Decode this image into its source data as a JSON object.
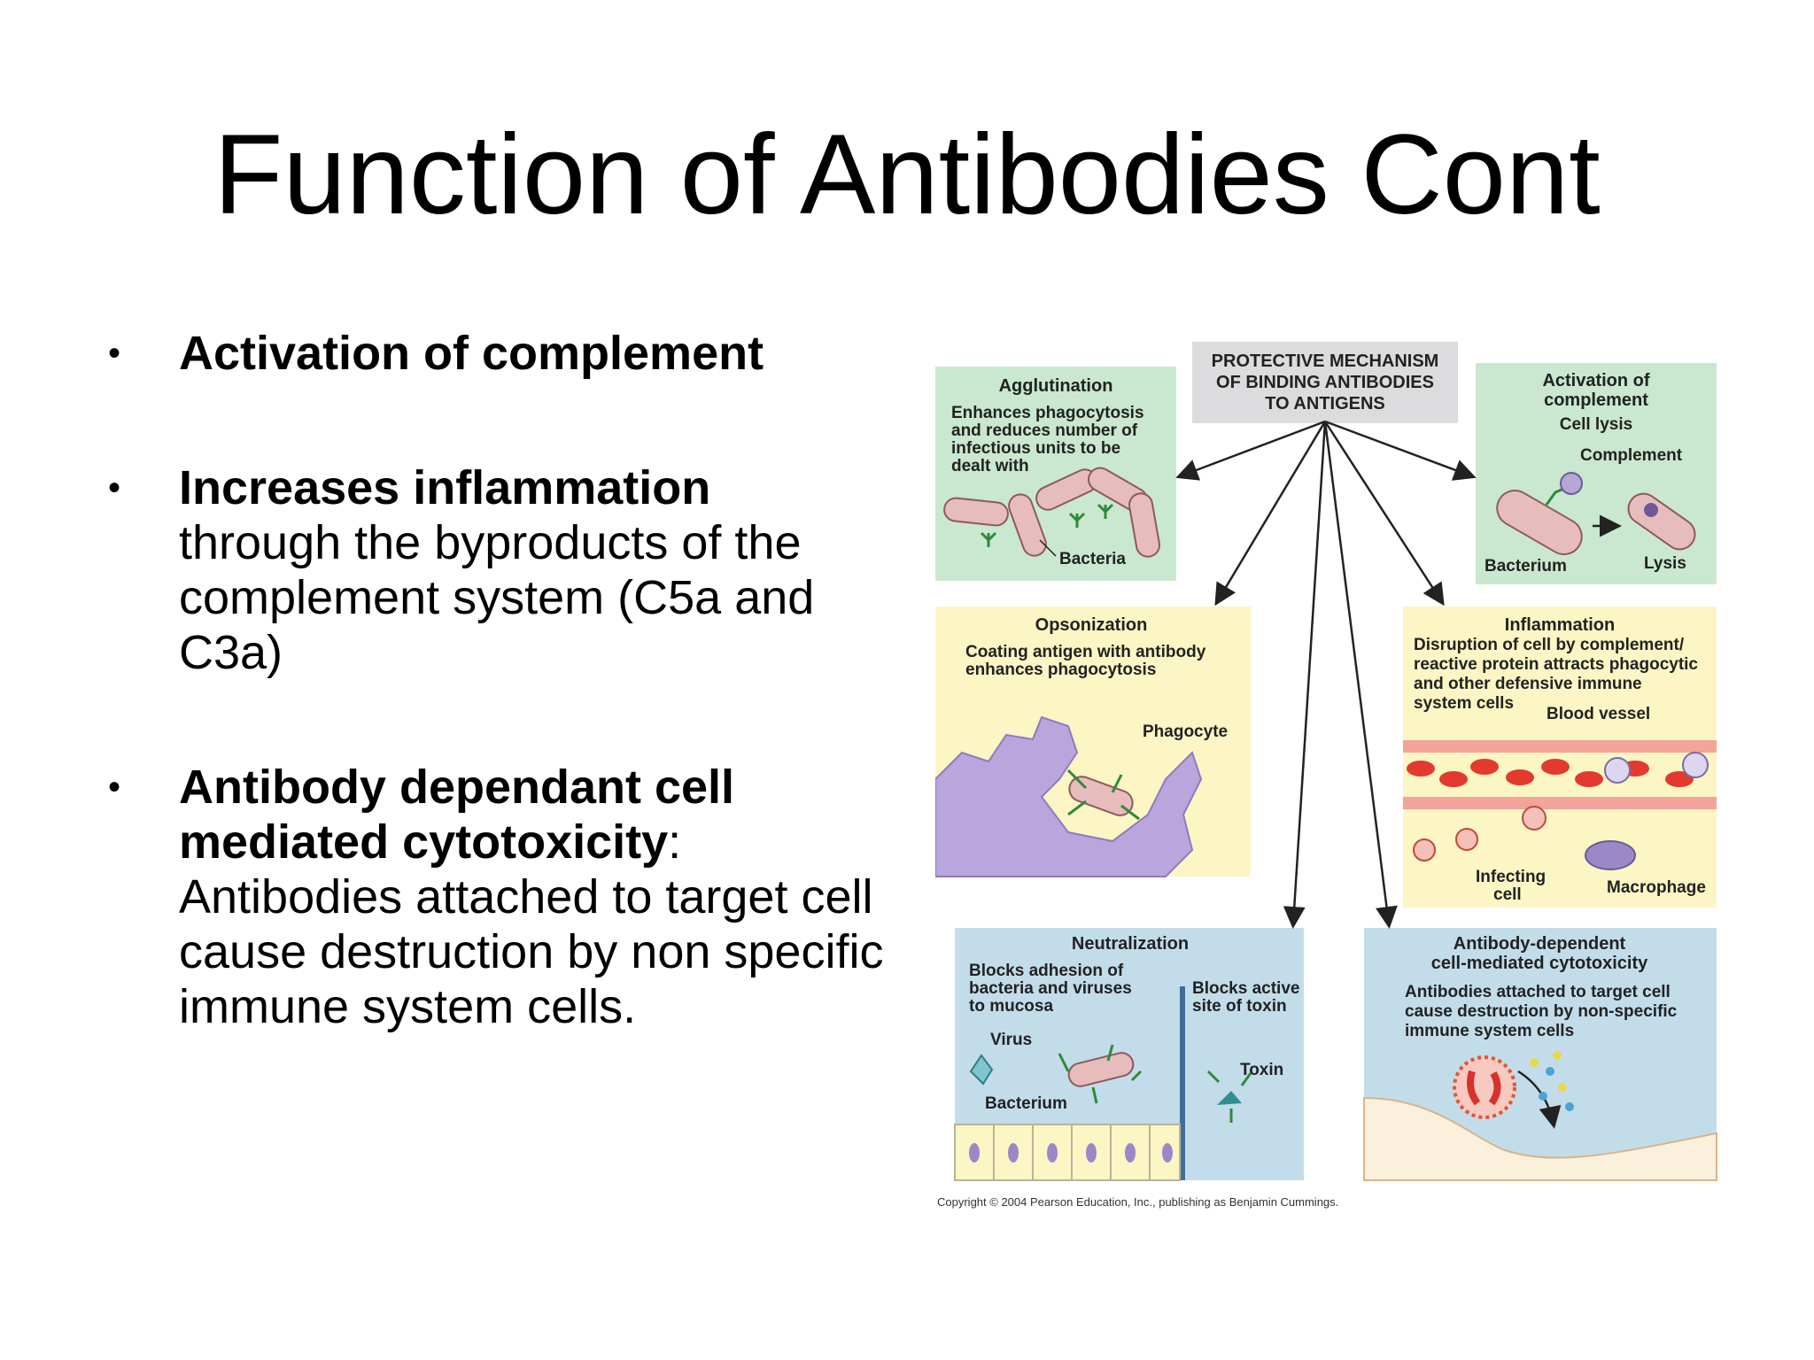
{
  "slide": {
    "title": "Function of Antibodies Cont",
    "bullets": [
      {
        "bold": "Activation of complement",
        "rest": ""
      },
      {
        "bold": "Increases inflammation",
        "rest": " through the byproducts of the complement system (C5a and C3a)"
      },
      {
        "bold": "Antibody dependant cell mediated cytotoxicity",
        "rest": ": Antibodies attached to target cell cause destruction by non specific immune system cells."
      }
    ],
    "bullet_glyph": "•"
  },
  "figure": {
    "center": [
      "PROTECTIVE MECHANISM",
      "OF BINDING ANTIBODIES",
      "TO ANTIGENS"
    ],
    "agglutination": {
      "title": "Agglutination",
      "desc": [
        "Enhances phagocytosis",
        "and reduces number of",
        "infectious units to be",
        "dealt with"
      ],
      "label_bacteria": "Bacteria"
    },
    "complement": {
      "title": [
        "Activation of",
        "complement"
      ],
      "sub": "Cell lysis",
      "label_complement": "Complement",
      "label_bacterium": "Bacterium",
      "label_lysis": "Lysis"
    },
    "opsonization": {
      "title": "Opsonization",
      "desc": [
        "Coating antigen with antibody",
        "enhances phagocytosis"
      ],
      "label_phagocyte": "Phagocyte"
    },
    "inflammation": {
      "title": "Inflammation",
      "desc": [
        "Disruption of cell by complement/",
        "reactive protein attracts phagocytic",
        "and other defensive immune",
        "system cells"
      ],
      "label_blood_vessel": "Blood vessel",
      "label_infecting_cell": [
        "Infecting",
        "cell"
      ],
      "label_macrophage": "Macrophage"
    },
    "neutralization": {
      "title": "Neutralization",
      "desc_left": [
        "Blocks adhesion of",
        "bacteria and viruses",
        "to mucosa"
      ],
      "desc_right": [
        "Blocks active",
        "site of toxin"
      ],
      "label_virus": "Virus",
      "label_bacterium": "Bacterium",
      "label_toxin": "Toxin"
    },
    "adcc": {
      "title": [
        "Antibody-dependent",
        "cell-mediated cytotoxicity"
      ],
      "desc": [
        "Antibodies attached to target cell",
        "cause destruction by non-specific",
        "immune system cells"
      ]
    },
    "copyright": "Copyright © 2004 Pearson Education, Inc., publishing as Benjamin Cummings.",
    "colors": {
      "green_panel": "#c9e8cf",
      "yellow_panel": "#fbf6c4",
      "blue_panel": "#c3dcea",
      "center_box": "#dcdcde"
    }
  }
}
